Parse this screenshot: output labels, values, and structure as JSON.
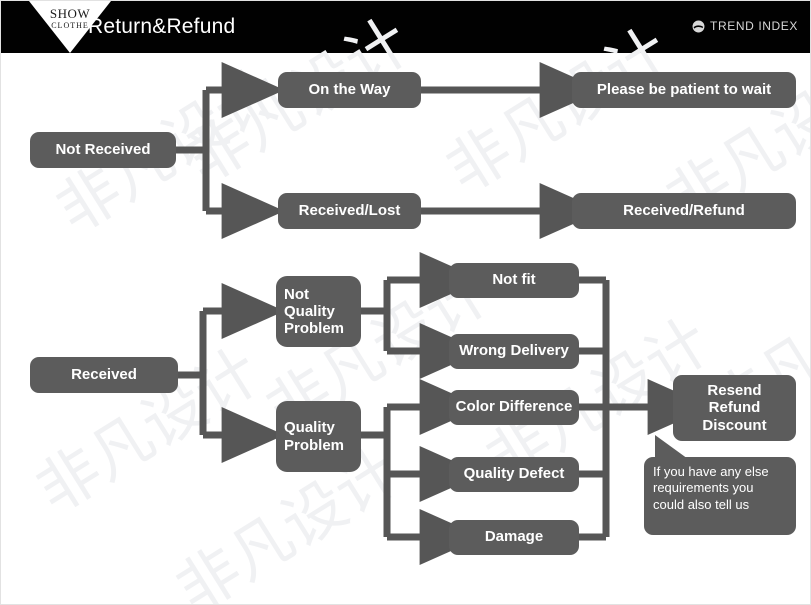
{
  "header": {
    "title": "Return&Refund",
    "logo_line1": "SHOW",
    "logo_line2": "CLOTHE",
    "brand_label": "TREND INDEX",
    "brand_icon": "globe-icon",
    "background_color": "#010101",
    "text_color": "#ffffff"
  },
  "theme": {
    "node_fill": "#5c5c5c",
    "node_text": "#ffffff",
    "connector_color": "#565656",
    "page_background": "#ffffff",
    "watermark_color": "#f0f1f3"
  },
  "watermark": {
    "text": "非凡设计"
  },
  "flow": {
    "not_received_branch": {
      "root": "Not Received",
      "options": [
        {
          "condition": "On the Way",
          "outcome": "Please be patient to wait"
        },
        {
          "condition": "Received/Lost",
          "outcome": "Received/Refund"
        }
      ]
    },
    "received_branch": {
      "root": "Received",
      "categories": [
        {
          "label": "Not\nQuality\nProblem",
          "label_lines": [
            "Not",
            "Quality",
            "Problem"
          ],
          "reasons": [
            "Not fit",
            "Wrong Delivery"
          ]
        },
        {
          "label": "Quality\nProblem",
          "label_lines": [
            "Quality",
            "Problem"
          ],
          "reasons": [
            "Color Difference",
            "Quality Defect",
            "Damage"
          ]
        }
      ],
      "outcome_lines": [
        "Resend",
        "Refund",
        "Discount"
      ],
      "callout": "If you have any else requirements you could also tell us"
    }
  },
  "nodes": {
    "not_received": "Not Received",
    "on_the_way": "On the Way",
    "received_lost": "Received/Lost",
    "please_wait": "Please be patient to wait",
    "received_refund": "Received/Refund",
    "received": "Received",
    "not_quality_problem": "Not\nQuality\nProblem",
    "quality_problem": "Quality\nProblem",
    "not_fit": "Not fit",
    "wrong_delivery": "Wrong Delivery",
    "color_difference": "Color Difference",
    "quality_defect": "Quality Defect",
    "damage": "Damage",
    "resend_refund_discount": "Resend\nRefund\nDiscount",
    "callout": "If you have any else requirements you could also tell us"
  }
}
